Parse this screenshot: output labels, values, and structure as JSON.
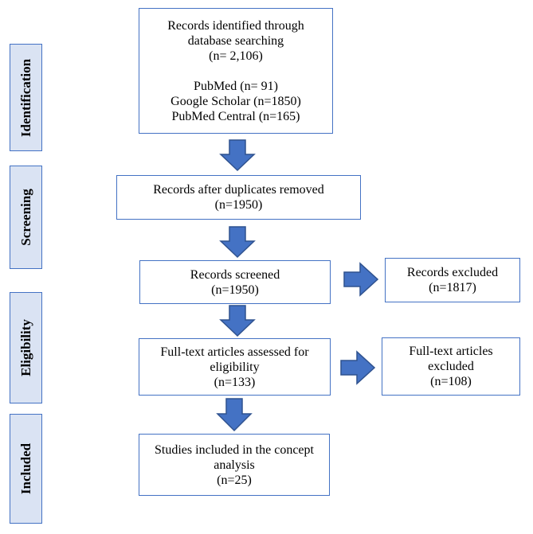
{
  "colors": {
    "box_border": "#4472c4",
    "stage_fill": "#dae3f3",
    "arrow_fill": "#4472c4",
    "arrow_stroke": "#2f528f"
  },
  "stages": {
    "identification": "Identification",
    "screening": "Screening",
    "eligibility": "Eligibility",
    "included": "Included"
  },
  "boxes": {
    "identified": {
      "line1": "Records identified through\ndatabase searching\n(n= 2,106)",
      "line2": "PubMed (n= 91)\nGoogle Scholar (n=1850)\nPubMed Central (n=165)"
    },
    "duplicates_removed": "Records after duplicates removed\n(n=1950)",
    "screened": "Records screened\n(n=1950)",
    "excluded": "Records excluded\n(n=1817)",
    "fulltext_assessed": "Full-text articles assessed for\neligibility\n(n=133)",
    "fulltext_excluded": "Full-text articles\nexcluded\n(n=108)",
    "included": "Studies included in the concept\nanalysis\n(n=25)"
  }
}
